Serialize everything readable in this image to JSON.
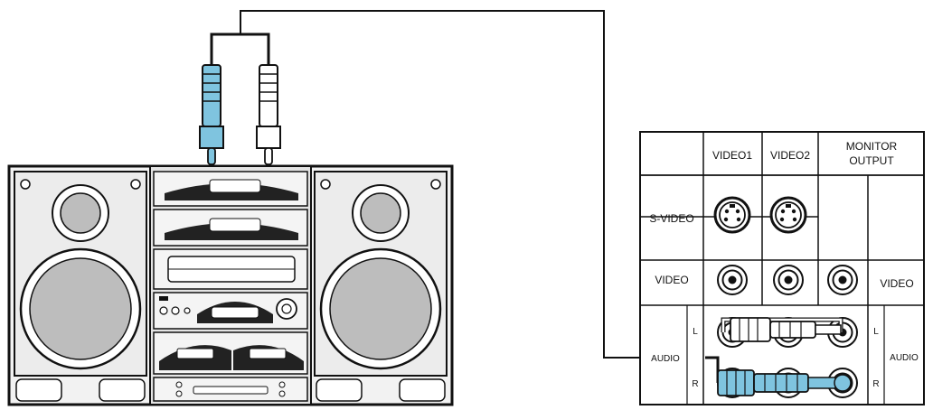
{
  "panel": {
    "headers": {
      "video1": "VIDEO1",
      "video2": "VIDEO2",
      "monitor_line1": "MONITOR",
      "monitor_line2": "OUTPUT"
    },
    "rows": {
      "svideo": "S-VIDEO",
      "video": "VIDEO",
      "video_output": "VIDEO",
      "audio_input": "AUDIO",
      "audio_output": "AUDIO",
      "left_in": "L",
      "right_in": "R",
      "left_out": "L",
      "right_out": "R"
    }
  },
  "colors": {
    "plug_left": "#7fc4df",
    "plug_right": "#ffffff",
    "speaker_cone": "#bdbdbd",
    "line": "#111111"
  },
  "icons": [
    "stereo-system-icon",
    "rca-plug-icon",
    "s-video-jack-icon",
    "rca-jack-icon"
  ]
}
